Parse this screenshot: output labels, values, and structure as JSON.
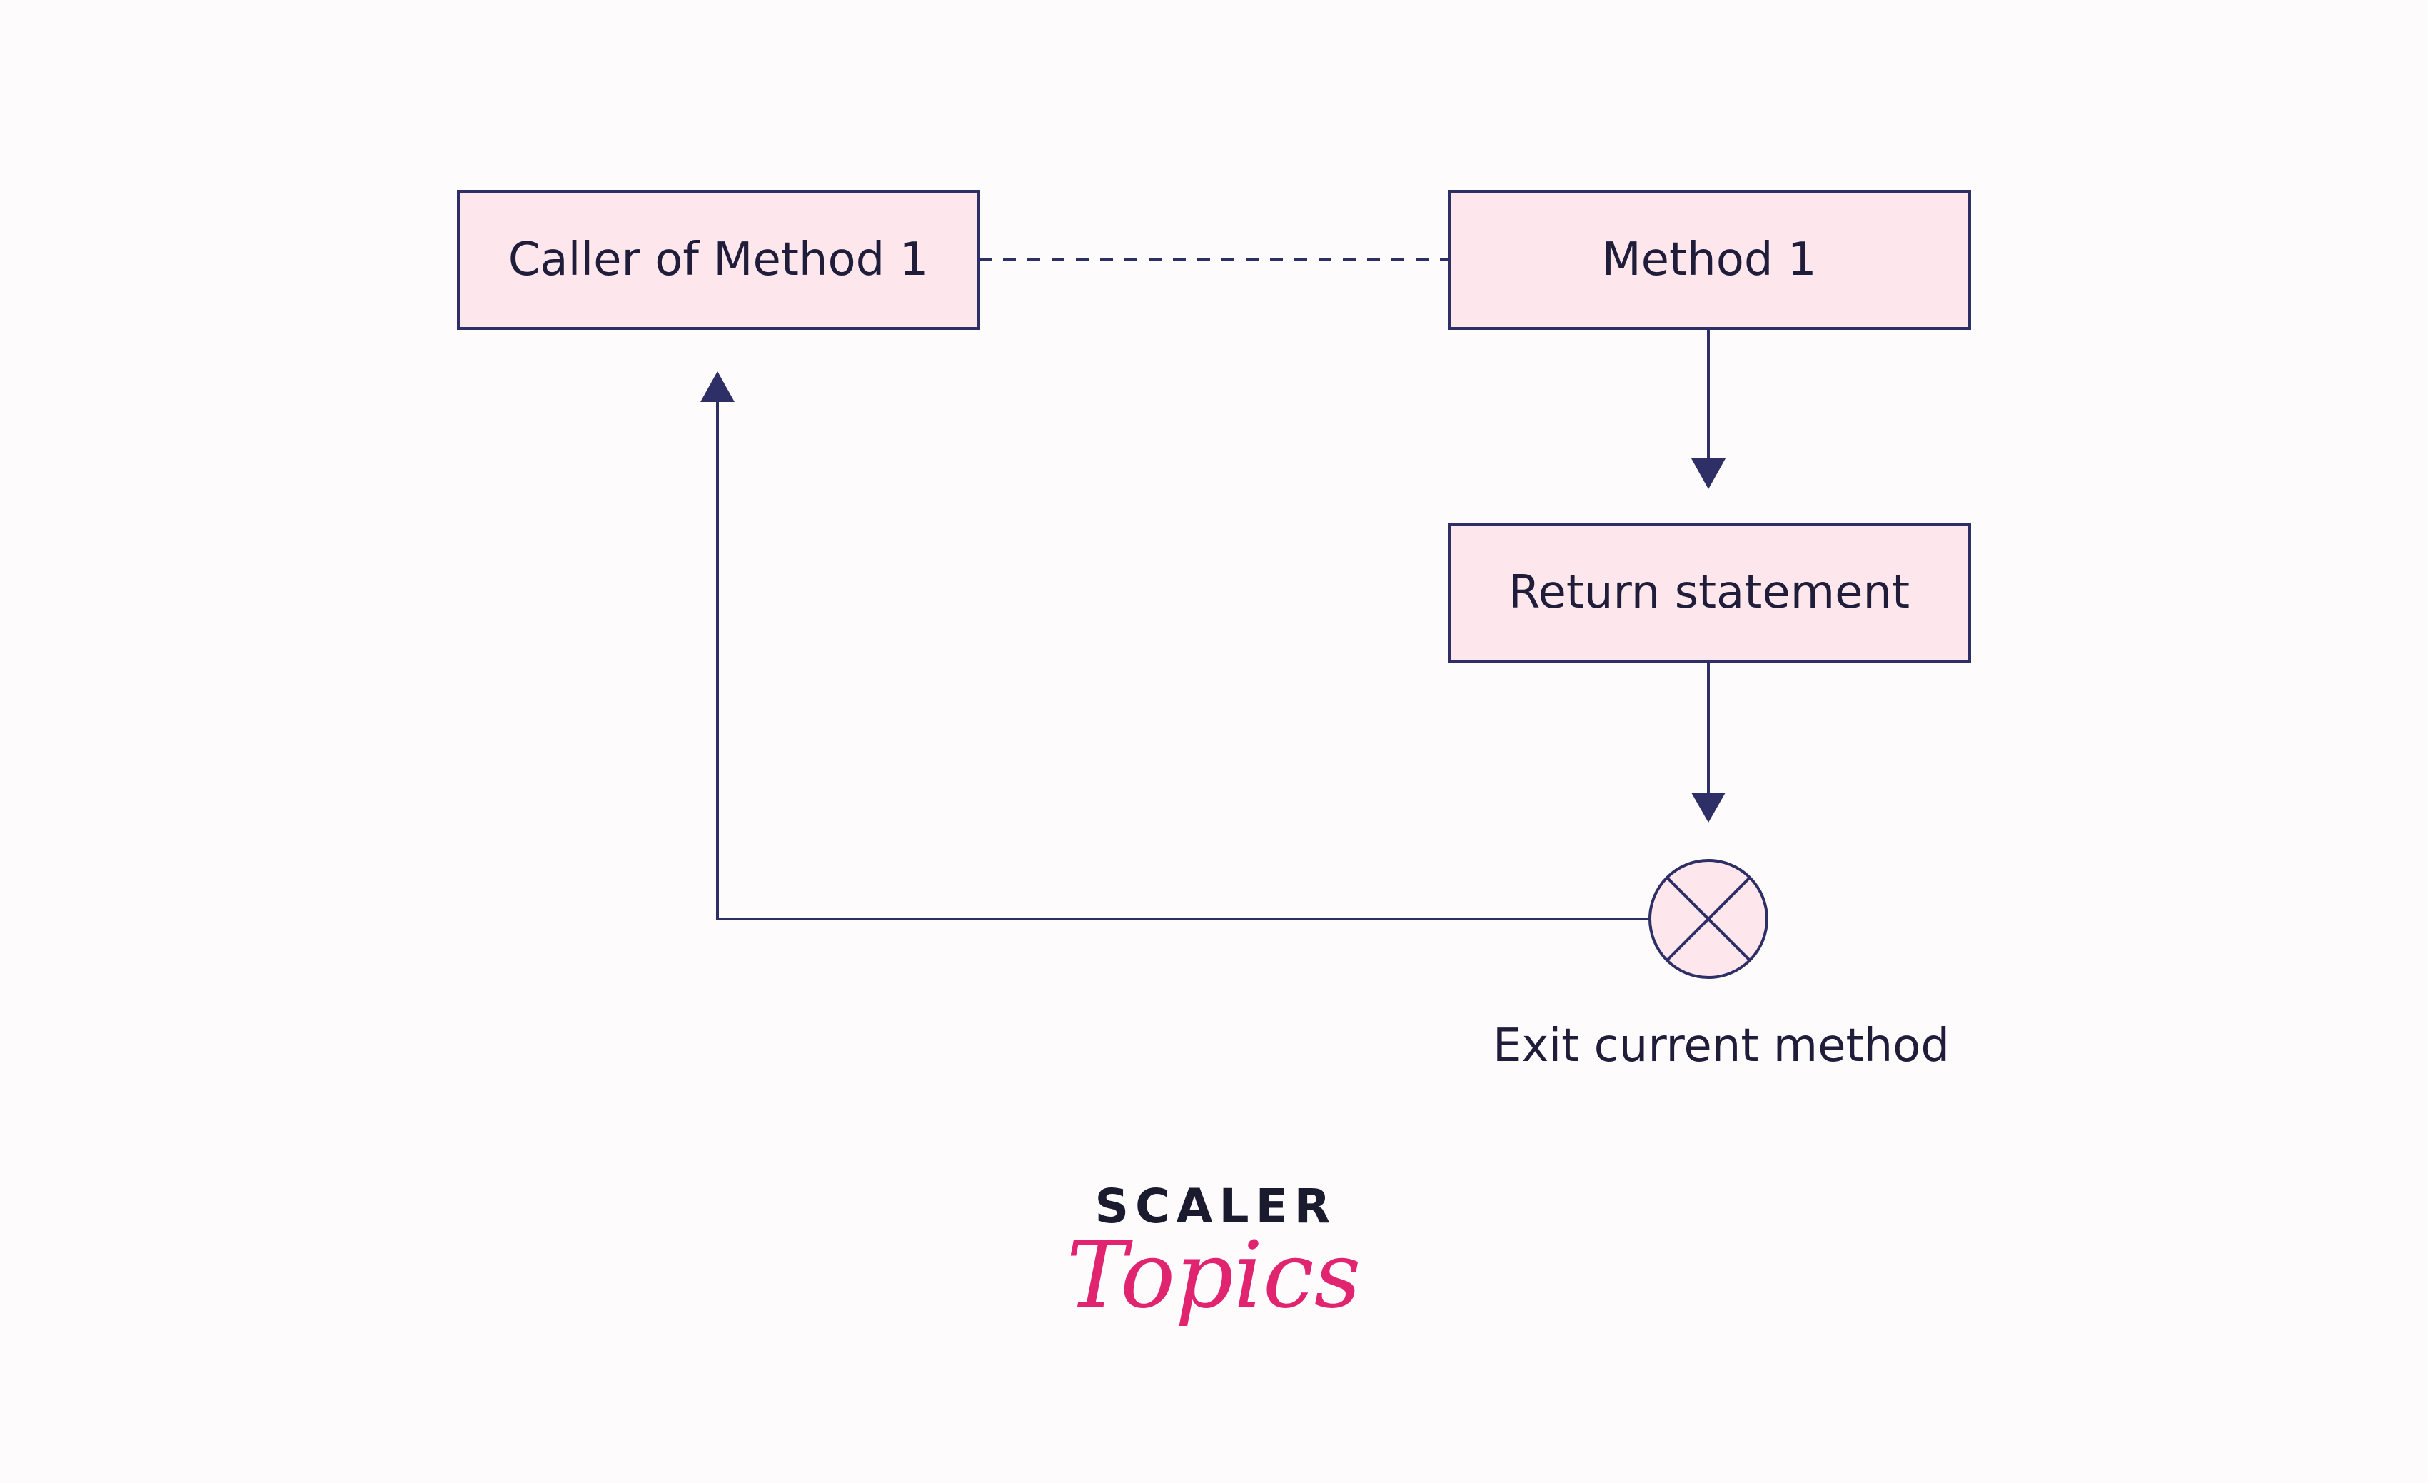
{
  "nodes": {
    "caller": {
      "label": "Caller of  Method 1"
    },
    "method": {
      "label": "Method 1"
    },
    "return_statement": {
      "label": "Return statement"
    },
    "exit": {
      "label": "Exit current method"
    }
  },
  "logo": {
    "line1": "SCALER",
    "line2": "Topics"
  },
  "colors": {
    "background": "#fdfbfc",
    "box_fill": "#fde6ec",
    "stroke": "#2e2f66",
    "text": "#1f1d3a",
    "logo_dark": "#1b1b2f",
    "logo_accent": "#e0246f"
  }
}
